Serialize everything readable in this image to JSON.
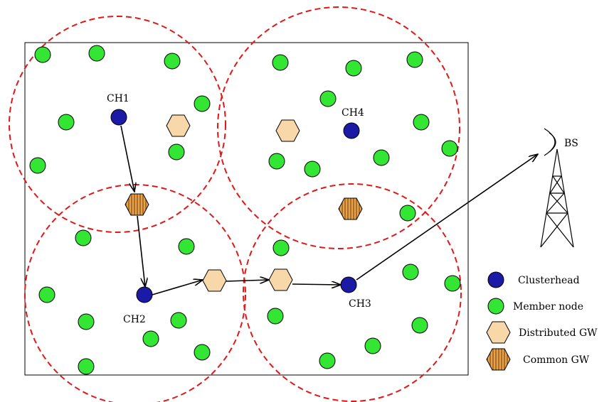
{
  "labels": {
    "ch1": "CH1",
    "ch2": "CH2",
    "ch3": "CH3",
    "ch4": "CH4",
    "bs": "BS"
  },
  "legend": {
    "clusterhead": "Clusterhead",
    "member_node": "Member node",
    "distributed_gw": "Distributed GW",
    "common_gw": "Common GW"
  },
  "colors": {
    "clusterhead": "#1a1aa6",
    "member_node": "#33e633",
    "distributed_gw": "#f8d7a8",
    "common_gw": "#e8a34a",
    "cluster_ring": "#e01818"
  }
}
